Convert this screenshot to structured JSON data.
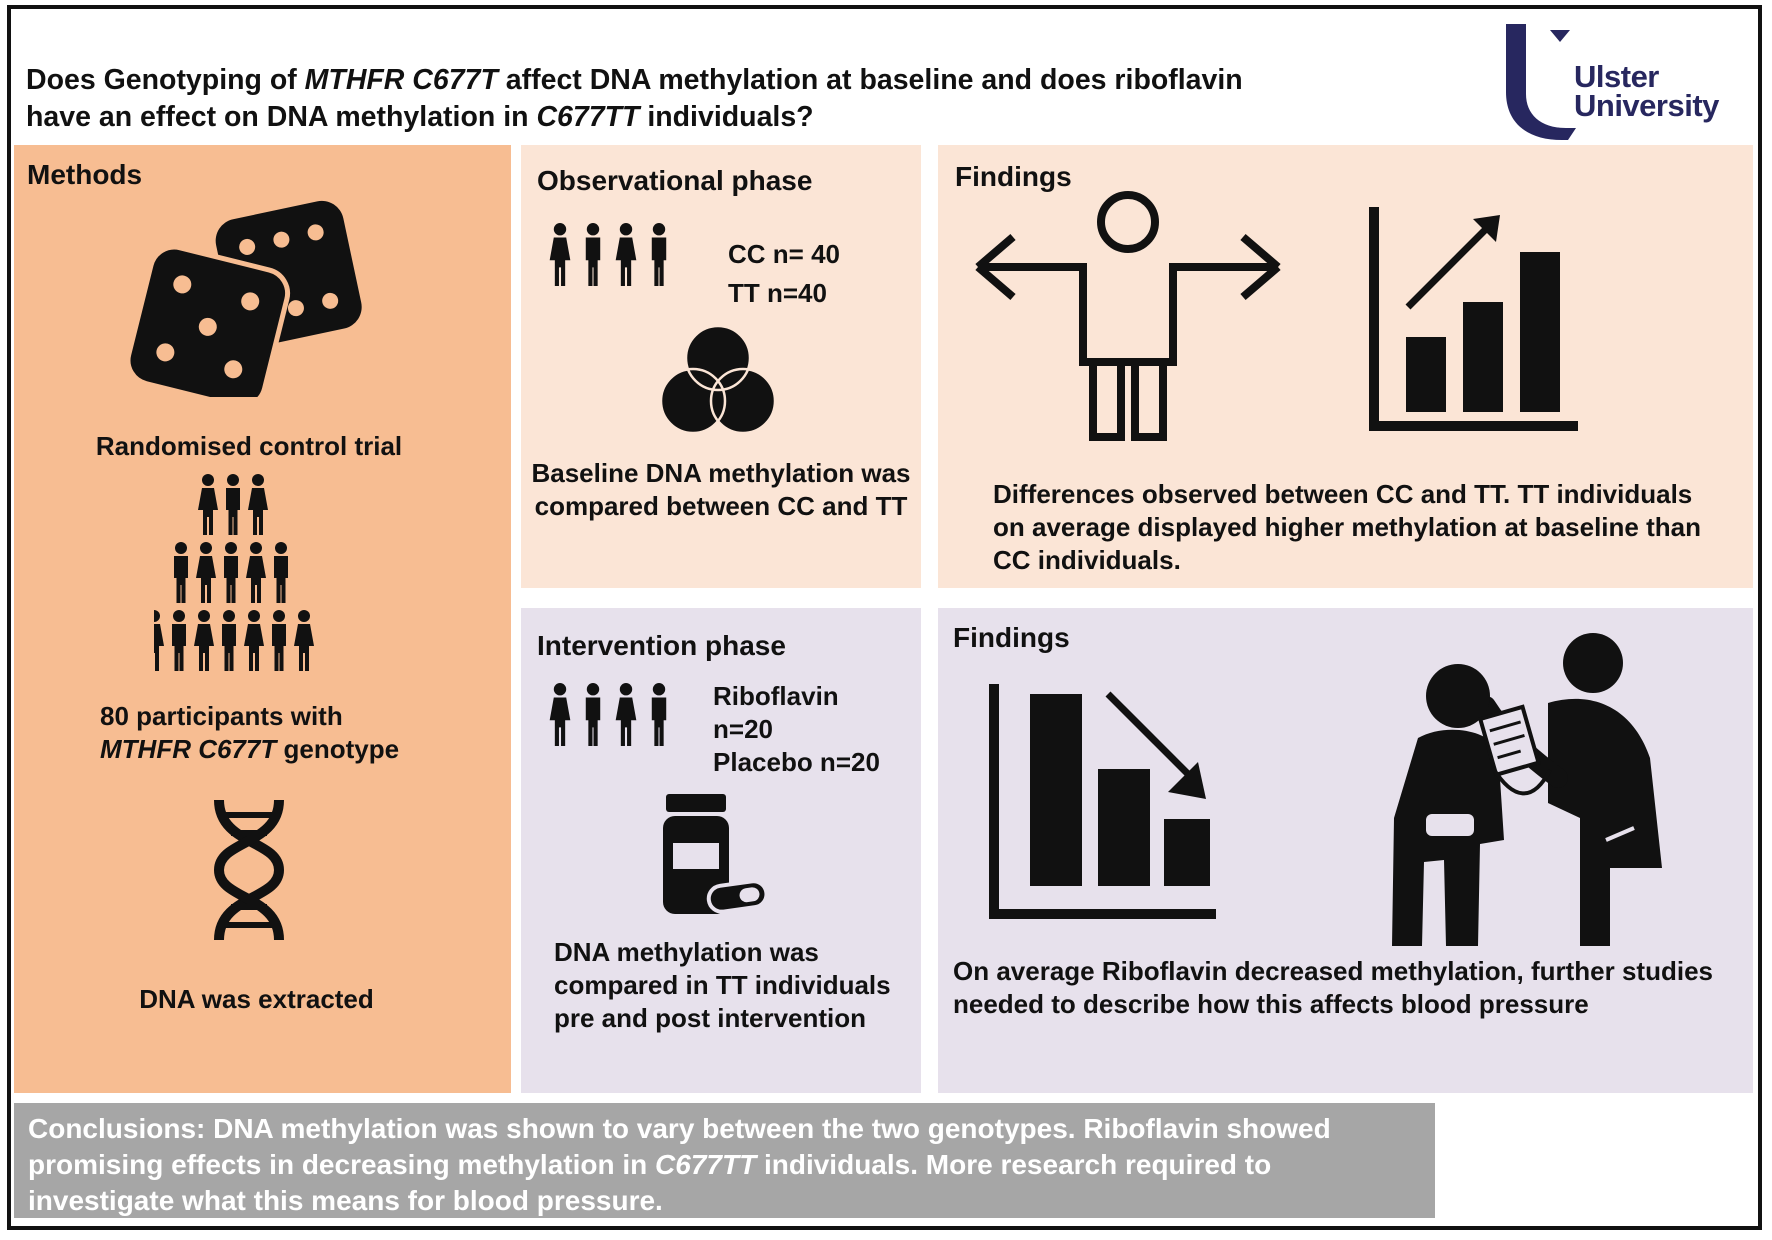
{
  "title": {
    "part1": "Does Genotyping of ",
    "italic1": "MTHFR C677T",
    "part2": " affect DNA methylation at baseline and does riboflavin have an effect on DNA methylation in ",
    "italic2": "C677TT",
    "part3": " individuals?"
  },
  "logo": {
    "line1": "Ulster",
    "line2": "University",
    "color": "#27275f"
  },
  "methods": {
    "heading": "Methods",
    "dice_caption": "Randomised control trial",
    "participants_line1": "80 participants with",
    "participants_italic": "MTHFR C677T",
    "participants_rest": " genotype",
    "dna_caption": "DNA was extracted"
  },
  "observational": {
    "heading": "Observational phase",
    "cc": "CC n= 40",
    "tt": "TT n=40",
    "description": "Baseline DNA methylation was compared between CC and TT"
  },
  "findings_observational": {
    "heading": "Findings",
    "text": "Differences observed between CC and TT. TT individuals on average displayed higher methylation at baseline than CC individuals."
  },
  "intervention": {
    "heading": "Intervention phase",
    "riboflavin": "Riboflavin n=20",
    "placebo": "Placebo n=20",
    "description": "DNA methylation was compared in TT individuals pre and post intervention"
  },
  "findings_intervention": {
    "heading": "Findings",
    "text": "On average Riboflavin decreased methylation, further studies needed to describe how this affects blood pressure"
  },
  "conclusion": {
    "part1": "Conclusions: DNA methylation was shown to vary between the two genotypes. Riboflavin showed promising effects in decreasing methylation in ",
    "italic": "C677TT",
    "part2": " individuals. More research required to investigate what this means for blood pressure."
  },
  "colors": {
    "methods_bg": "#f7bd92",
    "observational_bg": "#fbe5d6",
    "intervention_bg": "#e7e1ec",
    "conclusion_bg": "#a6a6a6",
    "icon": "#111111"
  }
}
